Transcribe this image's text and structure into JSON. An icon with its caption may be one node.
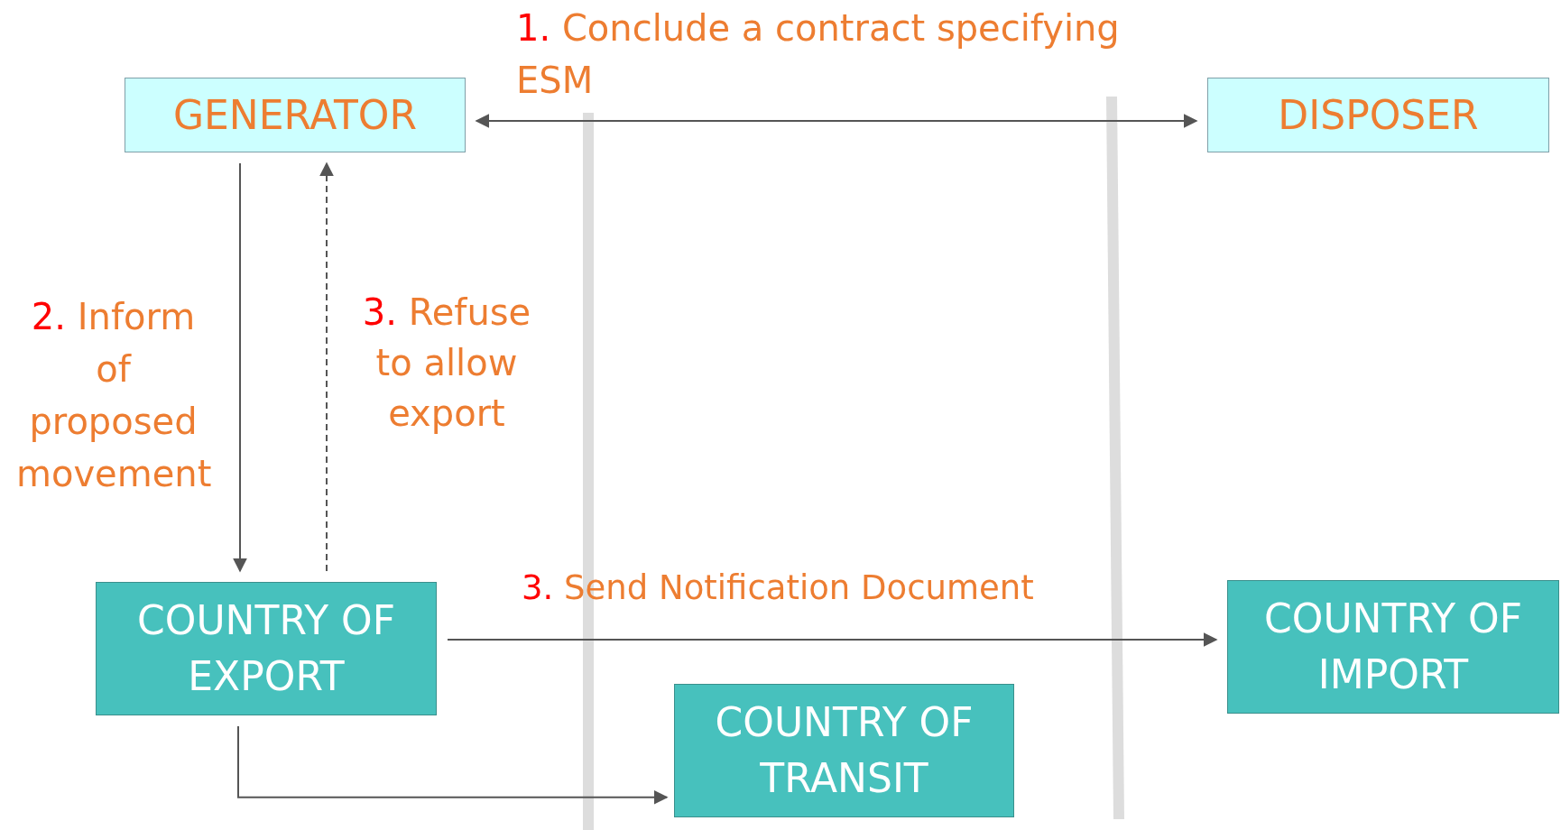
{
  "diagram": {
    "nodes": [
      {
        "text": [
          "GENERATOR"
        ]
      },
      {
        "text": [
          "DISPOSER"
        ]
      },
      {
        "text": [
          "COUNTRY OF EXPORT"
        ]
      },
      {
        "text": [
          "COUNTRY OF IMPORT"
        ]
      },
      {
        "text": [
          "COUNTRY OF TRANSIT"
        ]
      }
    ],
    "edges": [
      {
        "from": 0,
        "to": 1,
        "arrow": "both",
        "label": "1. Conclude a contract specifying ESM"
      },
      {
        "from": 0,
        "to": 2,
        "arrow": "to",
        "label": "2. Inform of proposed movement"
      },
      {
        "from": 2,
        "to": 0,
        "arrow": "to",
        "style": "dashed",
        "label": "3. Refuse to allow export"
      },
      {
        "from": 2,
        "to": 3,
        "arrow": "to",
        "label": "3. Send Notification Document"
      },
      {
        "from": 2,
        "to": 4,
        "arrow": "to"
      }
    ]
  }
}
